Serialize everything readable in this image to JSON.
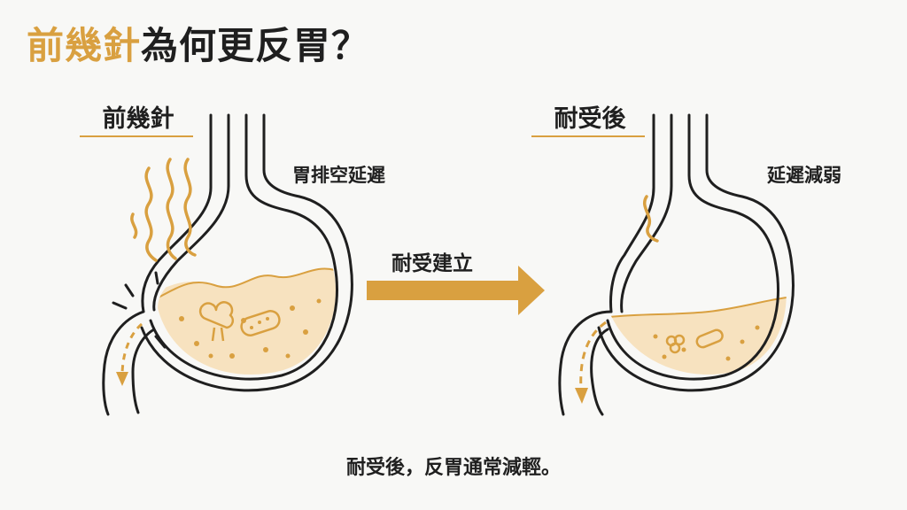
{
  "title": {
    "accent": "前幾針",
    "rest": "為何更反胃？"
  },
  "panels": {
    "left": {
      "label": "前幾針",
      "note": "胃排空延遲"
    },
    "right": {
      "label": "耐受後",
      "note": "延遲減弱"
    }
  },
  "arrow": {
    "label": "耐受建立"
  },
  "caption": "耐受後，反胃通常減輕。",
  "colors": {
    "accent": "#d9a040",
    "content_fill": "#f7e2bf",
    "outline": "#1f1f1f"
  },
  "icons": [
    "nausea-wave-icon",
    "broccoli-icon",
    "food-chunk-icon",
    "pill-icon",
    "transition-arrow-icon",
    "flow-arrow-icon"
  ]
}
